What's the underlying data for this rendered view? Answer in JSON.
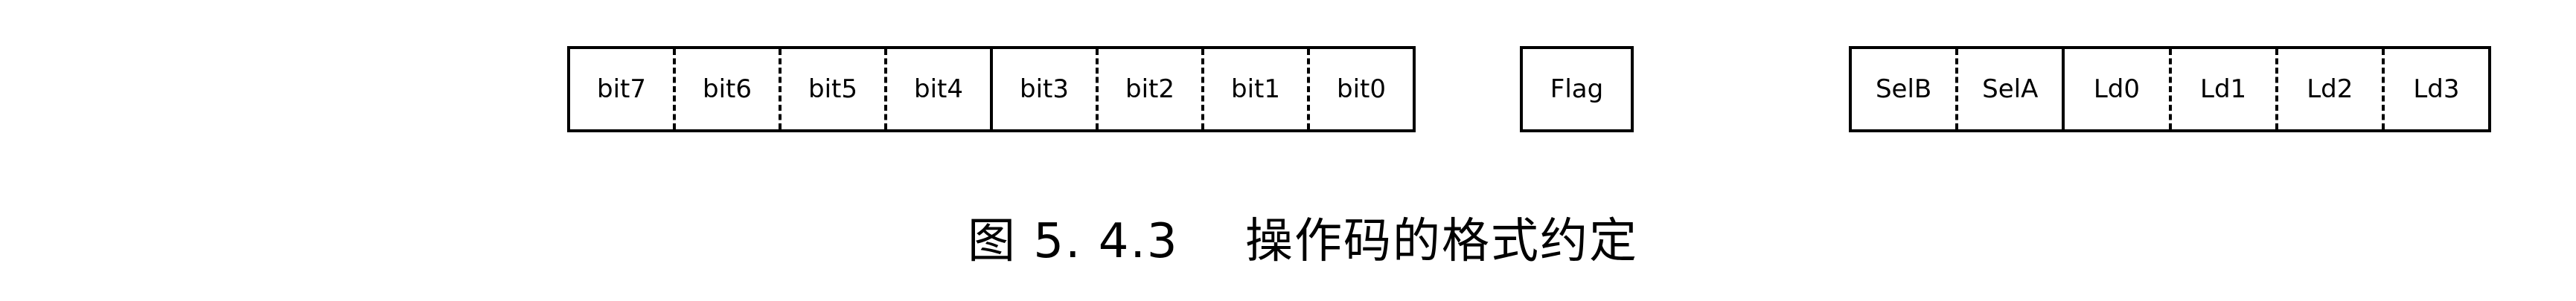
{
  "groups": [
    {
      "name": "bit-field",
      "cells": [
        "bit7",
        "bit6",
        "bit5",
        "bit4",
        "bit3",
        "bit2",
        "bit1",
        "bit0"
      ]
    },
    {
      "name": "flag-field",
      "cells": [
        "Flag"
      ]
    },
    {
      "name": "select-load-field",
      "cells": [
        "SelB",
        "SelA",
        "Ld0",
        "Ld1",
        "Ld2",
        "Ld3"
      ]
    }
  ],
  "caption": "图 5. 4.3    操作码的格式约定"
}
